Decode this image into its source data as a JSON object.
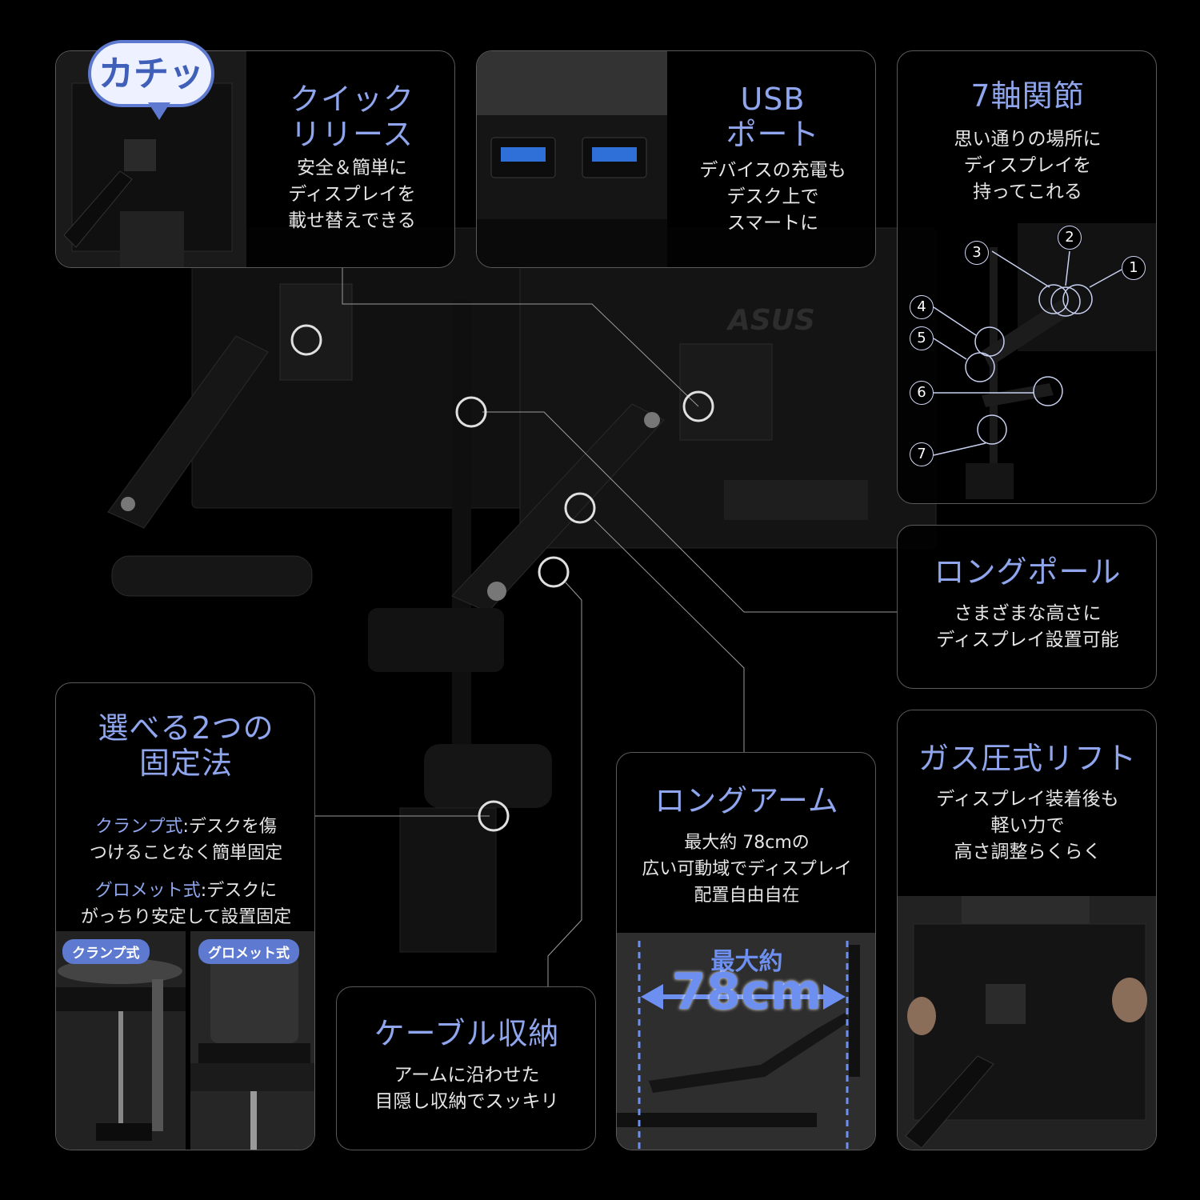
{
  "quick_release": {
    "bubble": "カチッ",
    "title": "クイック\nリリース",
    "body": "安全＆簡単に\nディスプレイを\n載せ替えできる"
  },
  "usb": {
    "title": "USB\nポート",
    "body": "デバイスの充電も\nデスク上で\nスマートに"
  },
  "seven_axis": {
    "title": "7軸関節",
    "body": "思い通りの場所に\nディスプレイを\n持ってこれる",
    "numbers": [
      "1",
      "2",
      "3",
      "4",
      "5",
      "6",
      "7"
    ]
  },
  "long_pole": {
    "title": "ロングポール",
    "body": "さまざまな高さに\nディスプレイ設置可能"
  },
  "two_methods": {
    "title": "選べる2つの\n固定法",
    "clamp_label": "クランプ式",
    "clamp_text": ":デスクを傷\nつけることなく簡単固定",
    "grommet_label": "グロメット式",
    "grommet_text": ":デスクに\nがっちり安定して設置固定",
    "tag_clamp": "クランプ式",
    "tag_grommet": "グロメット式"
  },
  "cable": {
    "title": "ケーブル収納",
    "body": "アームに沿わせた\n目隠し収納でスッキリ"
  },
  "long_arm": {
    "title": "ロングアーム",
    "body": "最大約 78cmの\n広い可動域でディスプレイ\n配置自由自在",
    "reach_label": "最大約",
    "reach_value": "78cm"
  },
  "gas_lift": {
    "title": "ガス圧式リフト",
    "body": "ディスプレイ装着後も\n軽い力で\n高さ調整らくらく"
  },
  "colors": {
    "accent": "#8fa6ee",
    "tag_bg": "#5d79d0",
    "background": "#000000"
  }
}
